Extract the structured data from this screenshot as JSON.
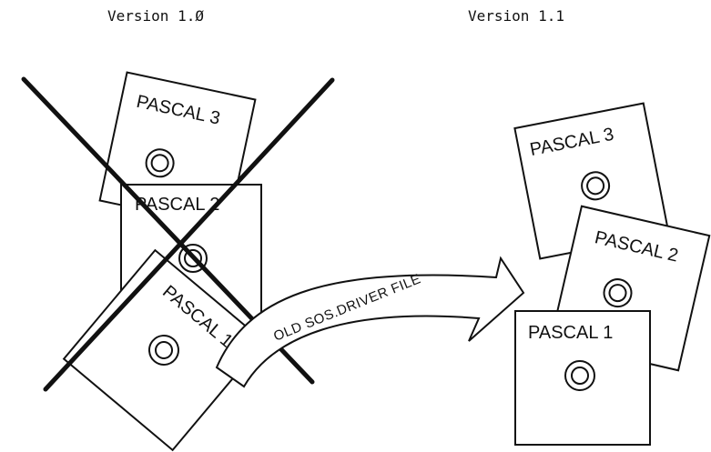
{
  "headings": {
    "left": "Version 1.Ø",
    "right": "Version 1.1"
  },
  "left_disks": {
    "disk3": "PASCAL 3",
    "disk2": "PASCAL 2",
    "disk1": "PASCAL 1"
  },
  "arrow": {
    "label": "OLD SOS.DRIVER FILE"
  },
  "right_disks": {
    "disk3": "PASCAL 3",
    "disk2": "PASCAL 2",
    "disk1": "PASCAL 1"
  }
}
